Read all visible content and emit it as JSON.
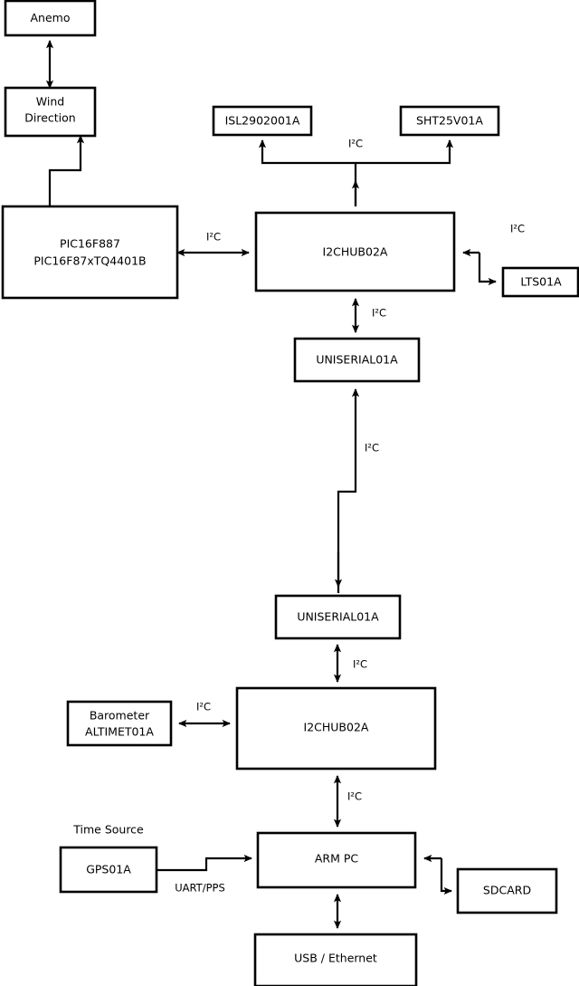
{
  "diagram": {
    "type": "block-diagram",
    "title": "Weather station sensor bus block diagram",
    "background_color": "#ffffff",
    "line_color": "#000000",
    "box_fill": "#ffffff",
    "nodes": [
      {
        "id": "anemo",
        "label": "Anemo",
        "label2": ""
      },
      {
        "id": "wind",
        "label": "Wind",
        "label2": "Direction"
      },
      {
        "id": "pic",
        "label": "PIC16F887",
        "label2": "PIC16F87xTQ4401B"
      },
      {
        "id": "isl",
        "label": "ISL2902001A",
        "label2": ""
      },
      {
        "id": "sht",
        "label": "SHT25V01A",
        "label2": ""
      },
      {
        "id": "hub_top",
        "label": "I2CHUB02A",
        "label2": ""
      },
      {
        "id": "lts",
        "label": "LTS01A",
        "label2": ""
      },
      {
        "id": "uniserial_top",
        "label": "UNISERIAL01A",
        "label2": ""
      },
      {
        "id": "uniserial_bot",
        "label": "UNISERIAL01A",
        "label2": ""
      },
      {
        "id": "hub_bot",
        "label": "I2CHUB02A",
        "label2": ""
      },
      {
        "id": "barometer",
        "label": "Barometer",
        "label2": "ALTIMET01A"
      },
      {
        "id": "gps",
        "label": "GPS01A",
        "label2": ""
      },
      {
        "id": "armpc",
        "label": "ARM PC",
        "label2": ""
      },
      {
        "id": "sdcard",
        "label": "SDCARD",
        "label2": ""
      },
      {
        "id": "usbeth",
        "label": "USB / Ethernet",
        "label2": ""
      }
    ],
    "free_labels": [
      {
        "id": "time-source",
        "text": "Time Source"
      }
    ],
    "edge_labels": {
      "isl_sht_bus": "I²C",
      "pic_hub": "I²C",
      "hub_lts": "I²C",
      "hub_uniserial_top": "I²C",
      "uniserial_link": "I²C",
      "uniserial_hub_bot": "I²C",
      "barometer_hub": "I²C",
      "hub_armpc": "I²C",
      "gps_armpc": "UART/PPS"
    }
  }
}
